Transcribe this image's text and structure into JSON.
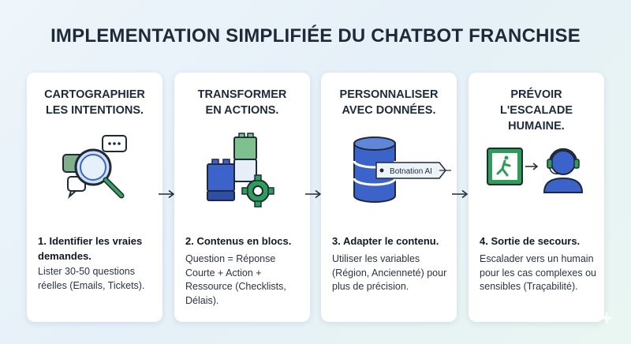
{
  "title": "IMPLEMENTATION SIMPLIFIÉE DU CHATBOT FRANCHISE",
  "cards": [
    {
      "title": "CARTOGRAPHIER\nLES INTENTIONS.",
      "icon": "magnifier-chat-icon",
      "step_title": "1. Identifier les vraies demandes.",
      "description": "Lister 30-50 questions réelles (Emails, Tickets)."
    },
    {
      "title": "TRANSFORMER\nEN ACTIONS.",
      "icon": "blocks-gear-icon",
      "step_title": "2. Contenus en blocs.",
      "description": "Question = Réponse Courte + Action + Ressource (Checklists, Délais)."
    },
    {
      "title": "PERSONNALISER\nAVEC DONNÉES.",
      "icon": "database-tag-icon",
      "tag_label": "Botnation AI",
      "step_title": "3. Adapter le contenu.",
      "description": "Utiliser les variables (Région, Ancienneté) pour plus de précision."
    },
    {
      "title": "PRÉVOIR L'ESCALADE\nHUMAINE.",
      "icon": "exit-agent-icon",
      "step_title": "4. Sortie de secours.",
      "description": "Escalader vers un humain pour les cas complexes ou sensibles (Traçabilité)."
    }
  ],
  "colors": {
    "accent_blue": "#3b63c9",
    "accent_green": "#2e9d57",
    "light_blue": "#cfe0f3",
    "dark_navy": "#1e2a3a"
  }
}
